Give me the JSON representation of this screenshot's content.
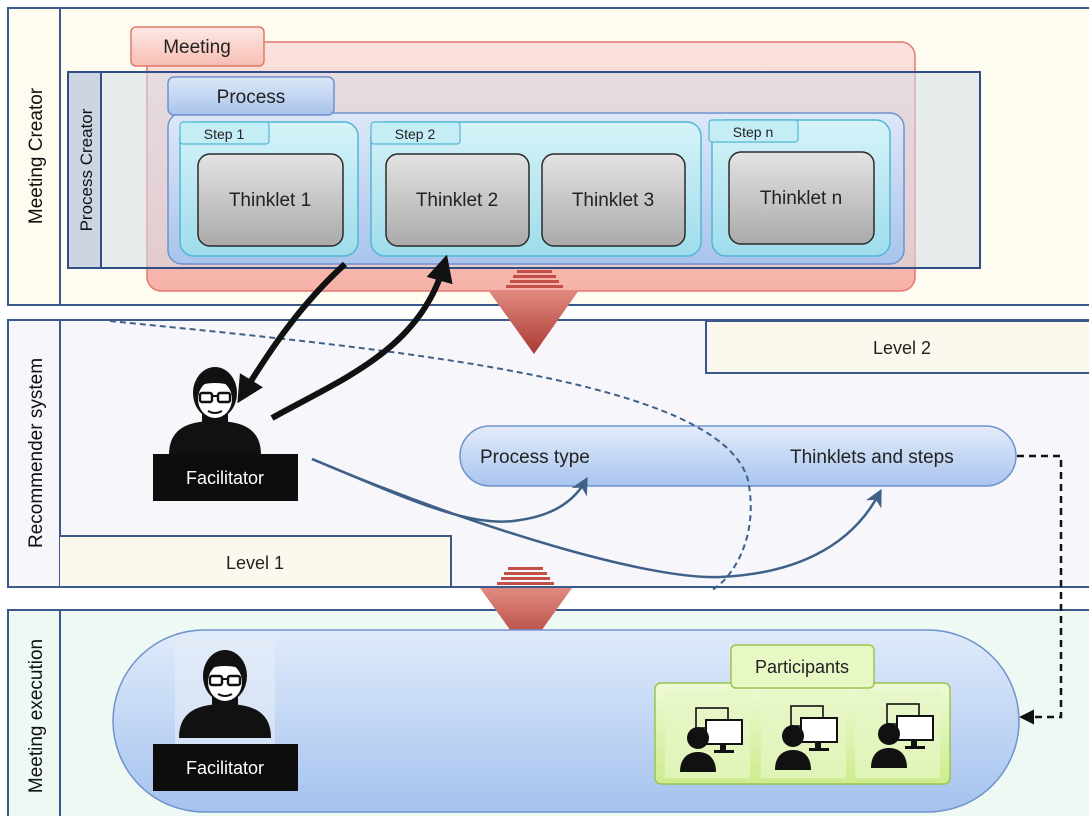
{
  "swimlanes": {
    "meeting_creator": "Meeting Creator",
    "recommender_system": "Recommender system",
    "meeting_execution": "Meeting execution"
  },
  "process_creator_label": "Process Creator",
  "meeting_label": "Meeting",
  "process_label": "Process",
  "steps": [
    {
      "label": "Step 1",
      "thinklets": [
        "Thinklet 1"
      ]
    },
    {
      "label": "Step 2",
      "thinklets": [
        "Thinklet 2",
        "Thinklet 3"
      ]
    },
    {
      "label": "Step n",
      "thinklets": [
        "Thinklet n"
      ]
    }
  ],
  "levels": {
    "level2": "Level 2",
    "level1": "Level 1"
  },
  "recommender": {
    "process_type": "Process type",
    "thinklets_and_steps": "Thinklets and steps"
  },
  "facilitator_label": "Facilitator",
  "participants_label": "Participants",
  "icons": {
    "facilitator": "person-with-glasses-icon",
    "participant": "user-at-computer-icon",
    "flow_arrow": "down-arrow-icon"
  },
  "colors": {
    "meeting_fill": "#f8c9c2",
    "meeting_stroke": "#e2786d",
    "process_fill": "#c7d8f2",
    "step_fill": "#b8e8f2",
    "thinklet_fill": "#c9c9c9",
    "level_arrow": "#b84840",
    "lane_border": "#3a5a8c",
    "exec_fill": "#c9dcf6",
    "participants_fill": "#dcf3a8"
  }
}
